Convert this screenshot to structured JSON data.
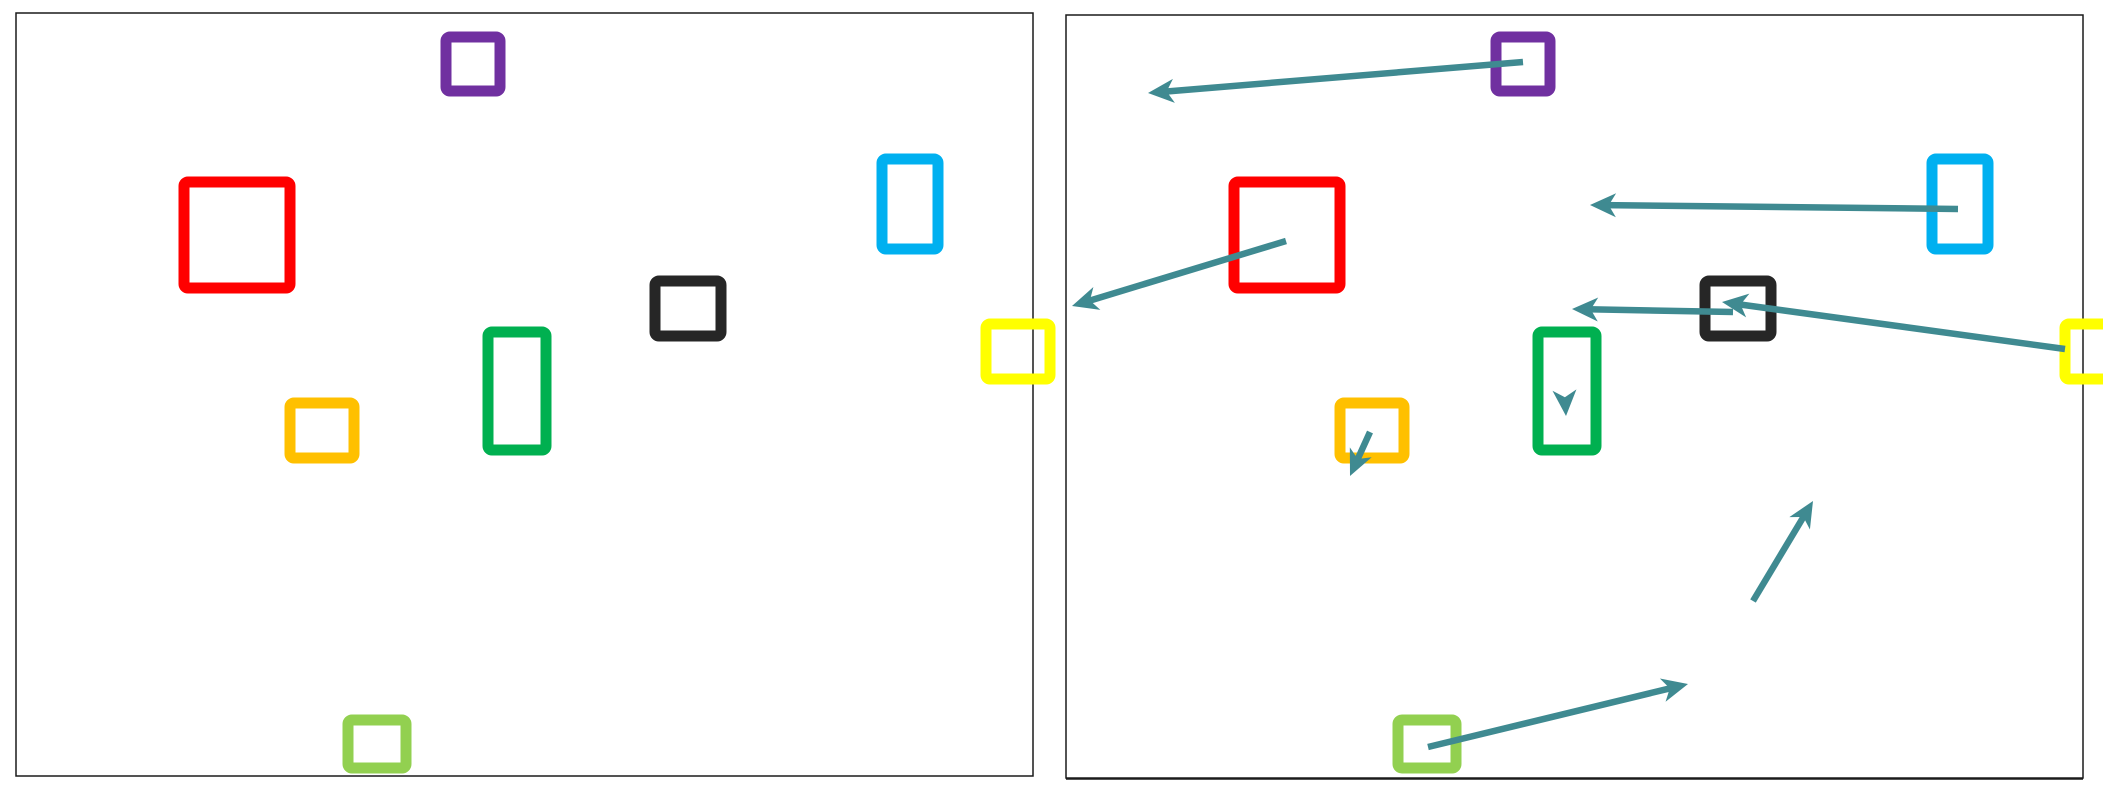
{
  "colors": {
    "panel_border": "#1a1a1a",
    "arrow": "#3f8a91",
    "purple": "#7030a0",
    "red": "#ff0000",
    "blue": "#00b0f0",
    "black": "#262626",
    "yellow": "#ffff00",
    "orange": "#ffc000",
    "green": "#00b050",
    "light_green": "#92d050"
  },
  "panels": [
    "before",
    "after"
  ],
  "boxes": [
    {
      "id": "purple",
      "color": "purple"
    },
    {
      "id": "red",
      "color": "red"
    },
    {
      "id": "blue",
      "color": "blue"
    },
    {
      "id": "black",
      "color": "black"
    },
    {
      "id": "yellow",
      "color": "yellow"
    },
    {
      "id": "orange",
      "color": "orange"
    },
    {
      "id": "green",
      "color": "green"
    },
    {
      "id": "light-green",
      "color": "light_green"
    }
  ],
  "motion_arrows": [
    {
      "id": "purple-motion",
      "from_box": "purple"
    },
    {
      "id": "blue-motion",
      "from_box": "blue"
    },
    {
      "id": "red-motion",
      "from_box": "red"
    },
    {
      "id": "black-motion",
      "from_box": "black"
    },
    {
      "id": "yellow-motion",
      "from_box": "yellow"
    },
    {
      "id": "green-motion",
      "from_box": "green"
    },
    {
      "id": "orange-motion",
      "from_box": "orange"
    },
    {
      "id": "light-green-motion",
      "from_box": "light-green"
    },
    {
      "id": "free-motion",
      "from_box": ""
    }
  ]
}
